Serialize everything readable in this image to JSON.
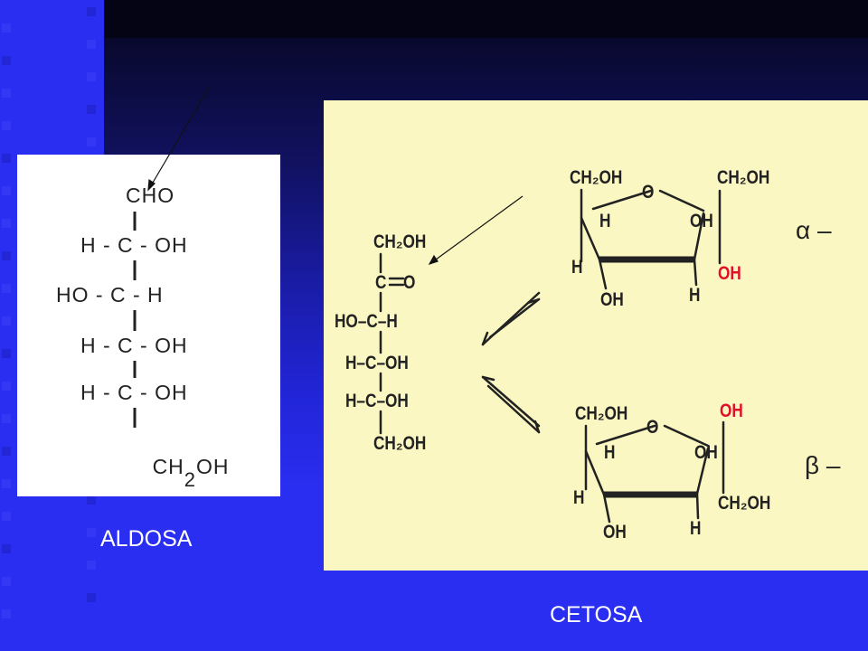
{
  "aldosa": {
    "caption": "ALDOSA",
    "rows": [
      "CHO",
      "H - C - OH",
      "HO - C - H",
      "H - C - OH",
      "H - C - OH"
    ],
    "last_prefix": "CH",
    "last_sub": "2",
    "last_suffix": "OH"
  },
  "cetosa": {
    "caption": "CETOSA",
    "open_chain": {
      "top": "CH₂OH",
      "c2": "C",
      "c2_eq": "O",
      "row3": "HO–C–H",
      "row4": "H–C–OH",
      "row5": "H–C–OH",
      "bottom": "CH₂OH"
    },
    "alpha": {
      "label": "α –",
      "ch2oh_left": "CH₂OH",
      "ring_o": "O",
      "ch2oh_right": "CH₂OH",
      "h_upper": "H",
      "oh_upper": "OH",
      "h_left": "H",
      "oh_anomeric": "OH",
      "oh_bottom": "OH",
      "h_bottom": "H"
    },
    "beta": {
      "label": "β –",
      "ch2oh_left": "CH₂OH",
      "ring_o": "O",
      "oh_anomeric": "OH",
      "h_upper": "H",
      "oh_upper": "OH",
      "h_left": "H",
      "ch2oh_right": "CH₂OH",
      "oh_bottom": "OH",
      "h_bottom": "H"
    }
  },
  "colors": {
    "background": "#2a2ef0",
    "highlight_red": "#e0102a",
    "cetosa_panel": "#fbf7c2"
  }
}
